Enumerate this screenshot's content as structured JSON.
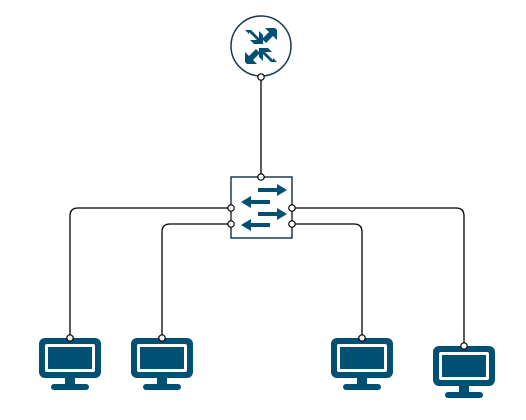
{
  "diagram": {
    "type": "network-topology",
    "colors": {
      "device_fill": "#005073",
      "device_dark": "#1a3a52",
      "switch_fill": "#ffffff",
      "router_fill": "#ffffff",
      "line": "#000000",
      "background": "#ffffff"
    },
    "nodes": [
      {
        "id": "router",
        "kind": "router",
        "icon": "router-icon"
      },
      {
        "id": "switch",
        "kind": "switch",
        "icon": "switch-icon"
      },
      {
        "id": "pc1",
        "kind": "workstation",
        "icon": "monitor-icon"
      },
      {
        "id": "pc2",
        "kind": "workstation",
        "icon": "monitor-icon"
      },
      {
        "id": "pc3",
        "kind": "workstation",
        "icon": "monitor-icon"
      },
      {
        "id": "pc4",
        "kind": "workstation",
        "icon": "monitor-icon"
      }
    ],
    "links": [
      {
        "from": "router",
        "to": "switch"
      },
      {
        "from": "switch",
        "to": "pc1"
      },
      {
        "from": "switch",
        "to": "pc2"
      },
      {
        "from": "switch",
        "to": "pc3"
      },
      {
        "from": "switch",
        "to": "pc4"
      }
    ]
  }
}
